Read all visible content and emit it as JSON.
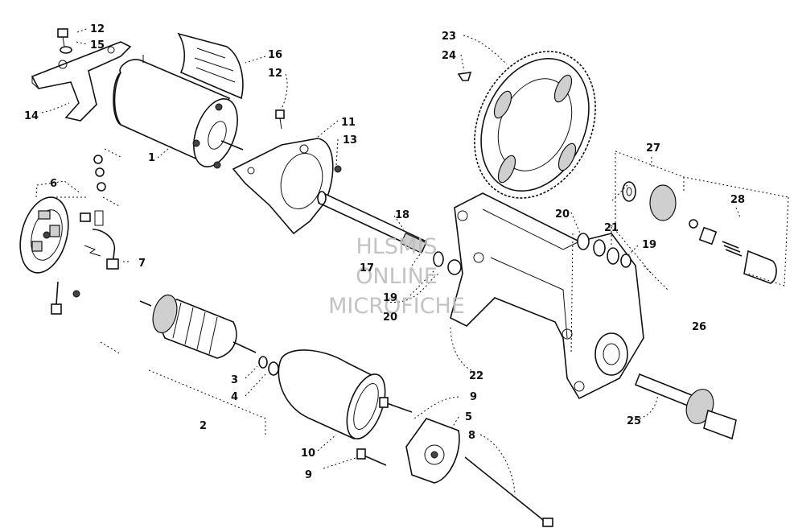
{
  "watermark": [
    "HLSMIS",
    "ONLINE",
    "MICROFICHE"
  ],
  "callouts": {
    "c1": "1",
    "c2": "2",
    "c3": "3",
    "c4": "4",
    "c5": "5",
    "c6": "6",
    "c7": "7",
    "c8": "8",
    "c9a": "9",
    "c9b": "9",
    "c10": "10",
    "c11": "11",
    "c12a": "12",
    "c12b": "12",
    "c13": "13",
    "c14": "14",
    "c15": "15",
    "c16": "16",
    "c17": "17",
    "c18": "18",
    "c19a": "19",
    "c19b": "19",
    "c20a": "20",
    "c20b": "20",
    "c21": "21",
    "c22": "22",
    "c23": "23",
    "c24": "24",
    "c25": "25",
    "c26": "26",
    "c27": "27",
    "c28": "28"
  }
}
